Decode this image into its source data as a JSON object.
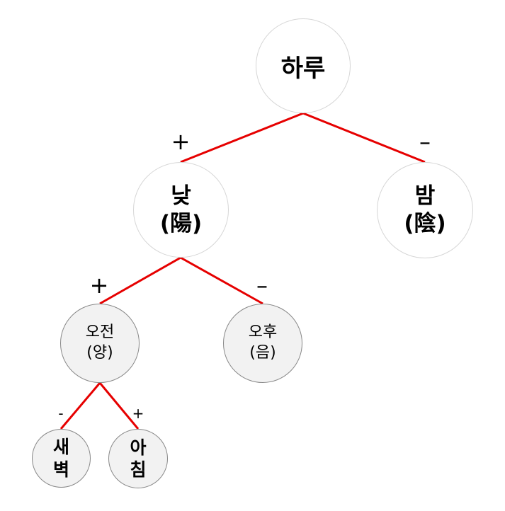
{
  "nodes": {
    "root": {
      "line1": "하루"
    },
    "day": {
      "line1": "낮",
      "line2": "(陽)"
    },
    "night": {
      "line1": "밤",
      "line2": "(陰)"
    },
    "morning": {
      "line1": "오전",
      "line2": "(양)"
    },
    "afternoon": {
      "line1": "오후",
      "line2": "(음)"
    },
    "dawn": {
      "line1": "새",
      "line2": "벽"
    },
    "forenoon": {
      "line1": "아",
      "line2": "침"
    }
  },
  "signs": {
    "day": "+",
    "night": "–",
    "morning": "+",
    "afternoon": "–",
    "dawn": "-",
    "forenoon": "+"
  },
  "colors": {
    "edge": "#e60000",
    "node_white": "#ffffff",
    "node_gray": "#f2f2f2"
  }
}
